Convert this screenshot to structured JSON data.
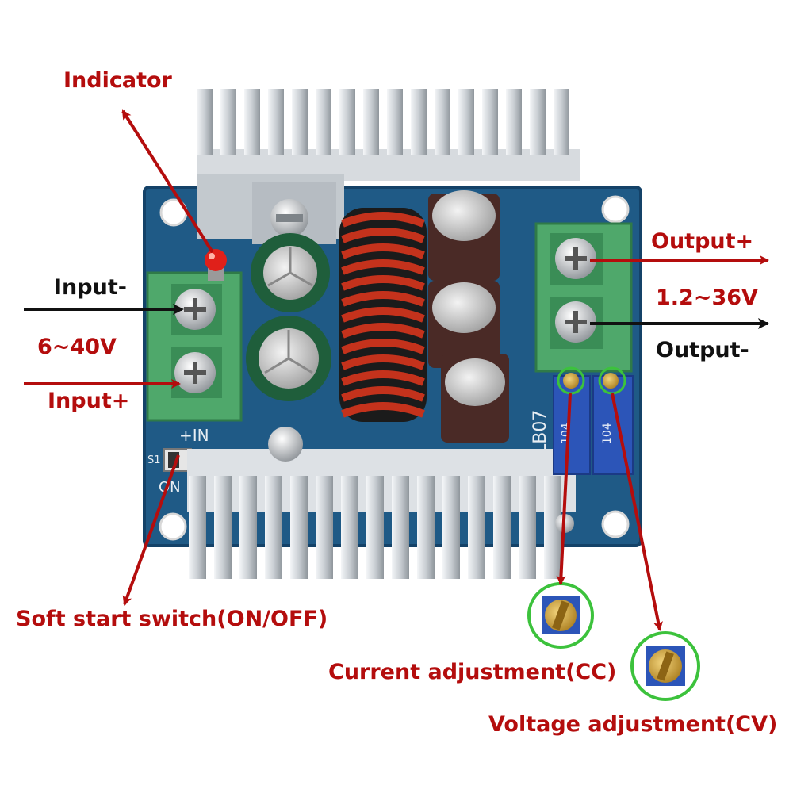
{
  "labels": {
    "indicator": "Indicator",
    "input_minus": "Input-",
    "input_range": "6~40V",
    "input_plus": "Input+",
    "output_plus": "Output+",
    "output_range": "1.2~36V",
    "output_minus": "Output-",
    "soft_start": "Soft start switch(ON/OFF)",
    "current_adjust": "Current adjustment(CC)",
    "voltage_adjust": "Voltage adjustment(CV)"
  },
  "board": {
    "silkscreen_in": "+IN",
    "silkscreen_model": "LB07",
    "silkscreen_s1": "S1",
    "silkscreen_on": "ON",
    "pot_code": "104"
  },
  "colors": {
    "annotation_red": "#b40d0d",
    "annotation_black": "#111111",
    "pcb_blue": "#1f5a86",
    "terminal_green": "#4fa86b",
    "heatsink_silver": "#d9dde1",
    "callout_circle_green": "#3cc23c",
    "led_red": "#e0201a"
  }
}
